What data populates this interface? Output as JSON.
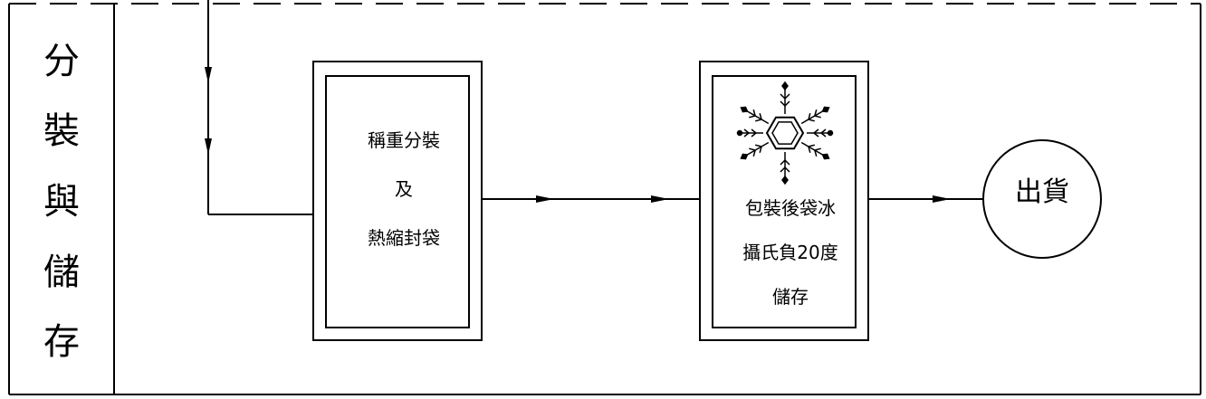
{
  "section": {
    "label_chars": [
      "分",
      "裝",
      "與",
      "儲",
      "存"
    ]
  },
  "nodes": {
    "pack": {
      "lines": [
        "稱重分裝",
        "及",
        "熱縮封袋"
      ]
    },
    "store": {
      "lines": [
        "包裝後袋冰",
        "攝氏負20度",
        "儲存"
      ],
      "icon": "snowflake-icon"
    },
    "ship": {
      "label": "出貨"
    }
  },
  "colors": {
    "stroke": "#000000",
    "background": "#ffffff"
  }
}
